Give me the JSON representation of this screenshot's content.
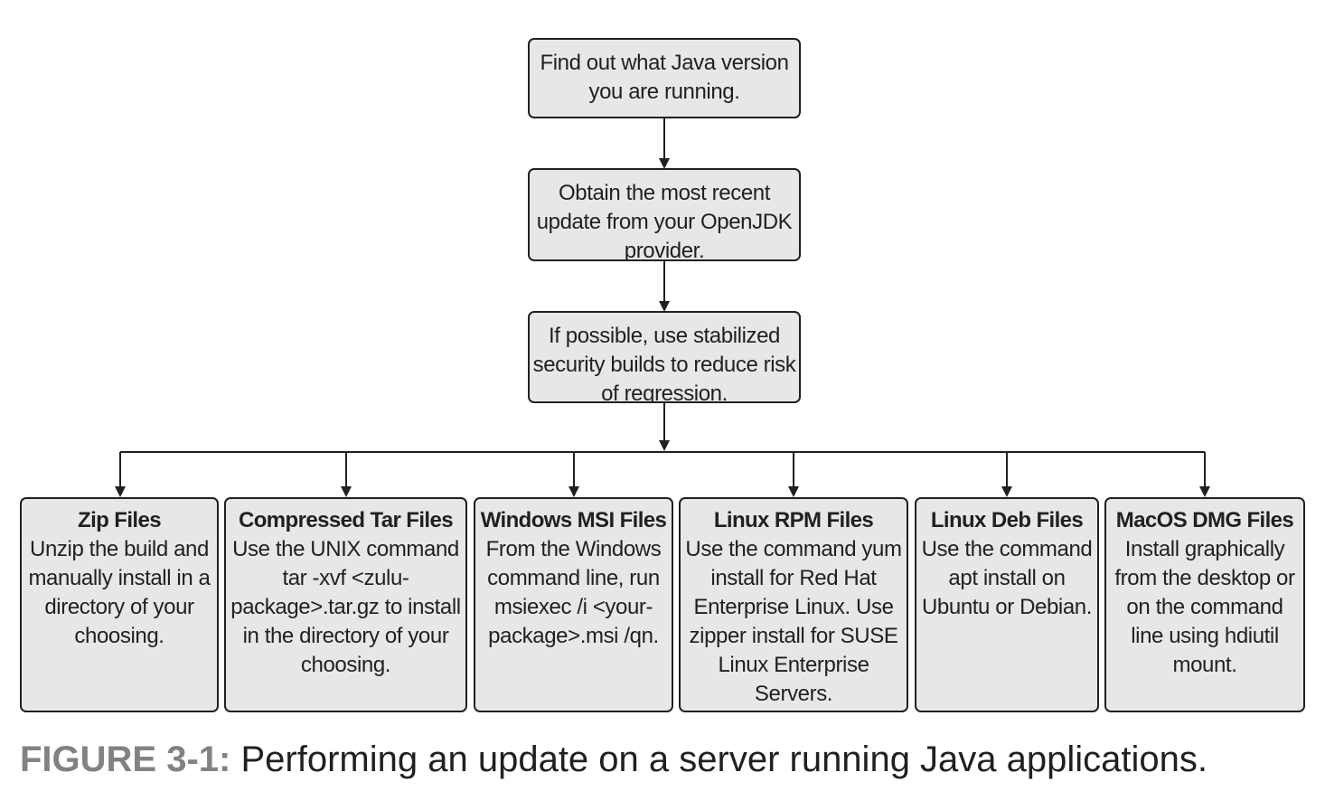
{
  "steps": [
    "Find out what Java version you are running.",
    "Obtain the most recent update from your OpenJDK provider.",
    "If possible, use stabilized security builds to reduce risk of regression."
  ],
  "options": [
    {
      "title": "Zip Files",
      "text": "Unzip the build and manually install in a directory of your choosing."
    },
    {
      "title": "Compressed Tar Files",
      "text": "Use the UNIX command tar -xvf <zulu-package>.tar.gz to install in the directory of your choosing."
    },
    {
      "title": "Windows MSI Files",
      "text": "From the Windows command line, run msiexec /i <your-package>.msi /qn."
    },
    {
      "title": "Linux RPM Files",
      "text": "Use the command yum install for Red Hat Enterprise Linux. Use zipper install for SUSE Linux Enterprise Servers."
    },
    {
      "title": "Linux Deb Files",
      "text": "Use the command apt install on Ubuntu or Debian."
    },
    {
      "title": "MacOS DMG Files",
      "text": "Install graphically from the desktop or on the command line using hdiutil mount."
    }
  ],
  "caption": {
    "label": "FIGURE 3-1:",
    "text": "Performing an update on a server running Java applications."
  },
  "colors": {
    "box_fill": "#e6e7e8",
    "box_border": "#231f20",
    "caption_label": "#808285"
  }
}
